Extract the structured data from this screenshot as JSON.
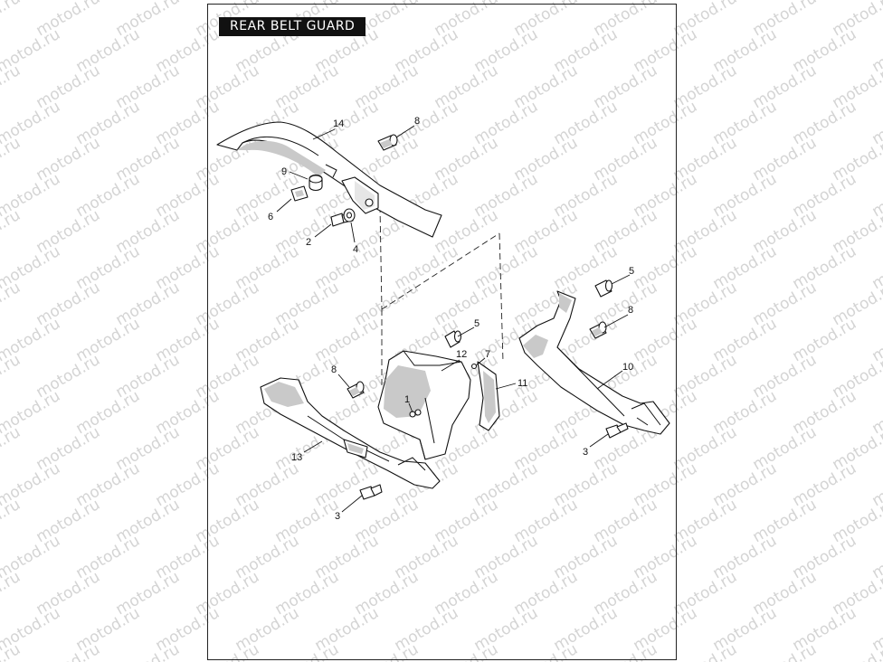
{
  "title": "REAR BELT GUARD",
  "watermark_text": "motod.ru",
  "callouts": {
    "p14": "14",
    "p8a": "8",
    "p9": "9",
    "p6": "6",
    "p2": "2",
    "p4": "4",
    "p5a": "5",
    "p8b": "8",
    "p5b": "5",
    "p12": "12",
    "p7": "7",
    "p11": "11",
    "p10": "10",
    "p8c": "8",
    "p1": "1",
    "p13": "13",
    "p3a": "3",
    "p3b": "3"
  },
  "colors": {
    "frame": "#222222",
    "title_bg": "#111111",
    "title_fg": "#ffffff",
    "watermark": "#d4d4d4"
  }
}
